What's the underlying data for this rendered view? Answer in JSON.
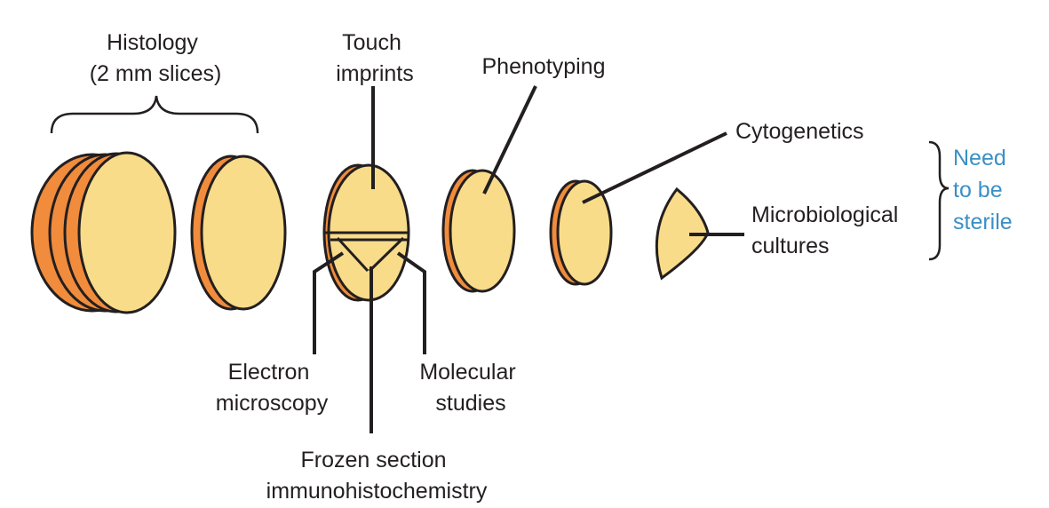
{
  "colors": {
    "tissue_face": "#f8dc8a",
    "tissue_edge": "#f08c3c",
    "outline": "#231f20",
    "sterile_note": "#3a8fc6"
  },
  "labels": {
    "histology_line1": "Histology",
    "histology_line2": "(2 mm slices)",
    "touch_line1": "Touch",
    "touch_line2": "imprints",
    "phenotyping": "Phenotyping",
    "cytogenetics": "Cytogenetics",
    "micro_line1": "Microbiological",
    "micro_line2": "cultures",
    "electron_line1": "Electron",
    "electron_line2": "microscopy",
    "molecular_line1": "Molecular",
    "molecular_line2": "studies",
    "frozen_line1": "Frozen section",
    "frozen_line2": "immunohistochemistry",
    "sterile_line1": "Need",
    "sterile_line2": "to be",
    "sterile_line3": "sterile"
  }
}
